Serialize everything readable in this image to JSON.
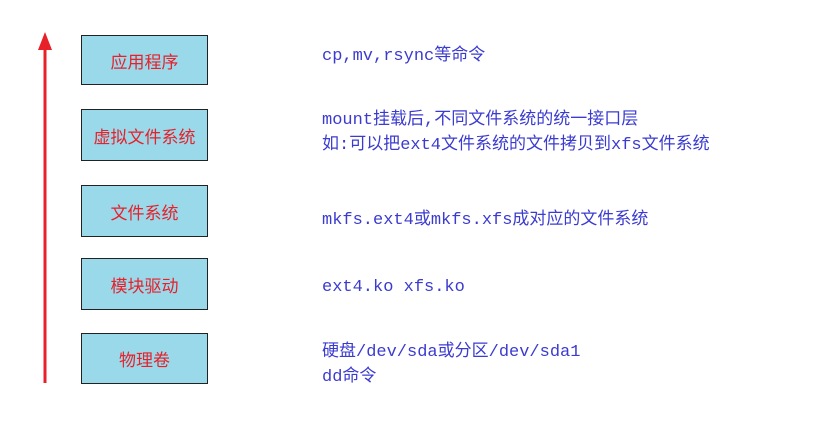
{
  "arrow_color": "#e8202a",
  "layers": [
    {
      "label": "应用程序",
      "desc": [
        "cp,mv,rsync等命令"
      ]
    },
    {
      "label": "虚拟文件系统",
      "desc": [
        "mount挂载后,不同文件系统的统一接口层",
        "如:可以把ext4文件系统的文件拷贝到xfs文件系统"
      ]
    },
    {
      "label": "文件系统",
      "desc": [
        "mkfs.ext4或mkfs.xfs成对应的文件系统"
      ]
    },
    {
      "label": "模块驱动",
      "desc": [
        "ext4.ko xfs.ko"
      ]
    },
    {
      "label": "物理卷",
      "desc": [
        "硬盘/dev/sda或分区/dev/sda1",
        "dd命令"
      ]
    }
  ]
}
